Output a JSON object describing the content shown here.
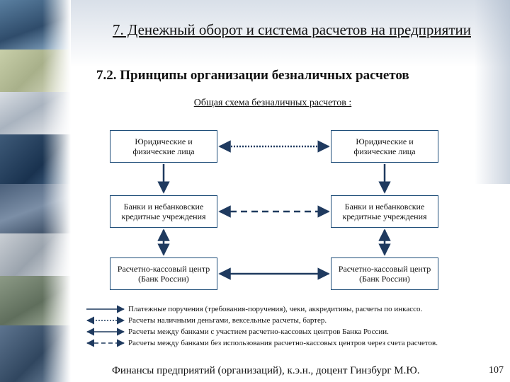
{
  "slide": {
    "title": "7. Денежный оборот и система расчетов на предприятии",
    "subtitle": "7.2. Принципы организации безналичных расчетов",
    "caption": "Общая схема безналичных расчетов :"
  },
  "boxes": {
    "legal_left": "Юридические и физические лица",
    "legal_right": "Юридические и физические лица",
    "banks_left": "Банки и небанковские кредитные учреждения",
    "banks_right": "Банки и небанковские кредитные учреждения",
    "rkc_left": "Расчетно-кассовый центр (Банк России)",
    "rkc_right": "Расчетно-кассовый центр (Банк России)"
  },
  "legend": [
    {
      "style": "solid-arrow",
      "text": "Платежные поручения (требования-поручения), чеки, аккредитивы, расчеты по инкассо."
    },
    {
      "style": "dotted-double-arrow",
      "text": "Расчеты наличными деньгами, вексельные расчеты, бартер."
    },
    {
      "style": "solid-double-arrow",
      "text": "Расчеты между банками с участием расчетно-кассовых центров Банка России."
    },
    {
      "style": "dashed-double-arrow",
      "text": "Расчеты между банками без использования расчетно-кассовых центров через счета расчетов."
    }
  ],
  "footer": {
    "author": "Финансы предприятий (организаций), к.э.н., доцент Гинзбург М.Ю.",
    "page": "107"
  },
  "colors": {
    "box_border": "#1f4e79",
    "arrow": "#1f3a5f"
  }
}
